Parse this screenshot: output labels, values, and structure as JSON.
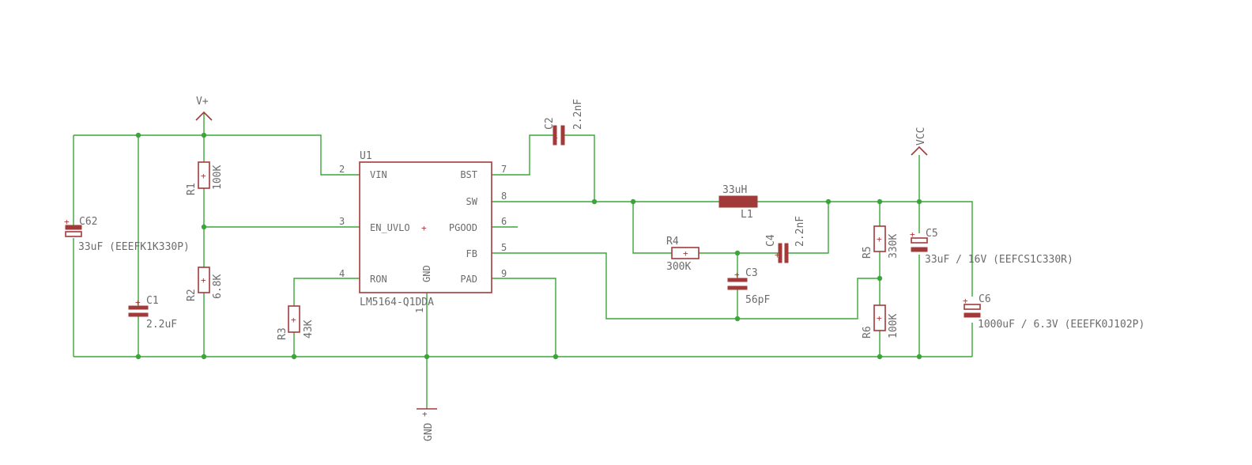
{
  "ic": {
    "name": "U1",
    "value": "LM5164-Q1DDA",
    "pins": {
      "vin": {
        "label": "VIN",
        "num": "2"
      },
      "en": {
        "label": "EN_UVLO",
        "num": "3"
      },
      "ron": {
        "label": "RON",
        "num": "4"
      },
      "gnd": {
        "label": "GND",
        "num": "1"
      },
      "bst": {
        "label": "BST",
        "num": "7"
      },
      "sw": {
        "label": "SW",
        "num": "8"
      },
      "pgood": {
        "label": "PGOOD",
        "num": "6"
      },
      "fb": {
        "label": "FB",
        "num": "5"
      },
      "pad": {
        "label": "PAD",
        "num": "9"
      }
    }
  },
  "power": {
    "vplus": "V+",
    "vcc": "VCC",
    "gnd": "GND"
  },
  "components": {
    "c62": {
      "name": "C62",
      "value": "33uF (EEEFK1K330P)"
    },
    "c1": {
      "name": "C1",
      "value": "2.2uF"
    },
    "r1": {
      "name": "R1",
      "value": "100K"
    },
    "r2": {
      "name": "R2",
      "value": "6.8K"
    },
    "r3": {
      "name": "R3",
      "value": "43K"
    },
    "c2": {
      "name": "C2",
      "value": "2.2nF"
    },
    "l1": {
      "name": "L1",
      "value": "33uH"
    },
    "r4": {
      "name": "R4",
      "value": "300K"
    },
    "c4": {
      "name": "C4",
      "value": "2.2nF"
    },
    "c3": {
      "name": "C3",
      "value": "56pF"
    },
    "r5": {
      "name": "R5",
      "value": "330K"
    },
    "r6": {
      "name": "R6",
      "value": "100K"
    },
    "c5": {
      "name": "C5",
      "value": "33uF / 16V (EEFCS1C330R)"
    },
    "c6": {
      "name": "C6",
      "value": "1000uF / 6.3V (EEEFK0J102P)"
    }
  },
  "colors": {
    "wire": "#3aa53a",
    "part": "#a33a3a",
    "text": "#6b6b6b"
  }
}
